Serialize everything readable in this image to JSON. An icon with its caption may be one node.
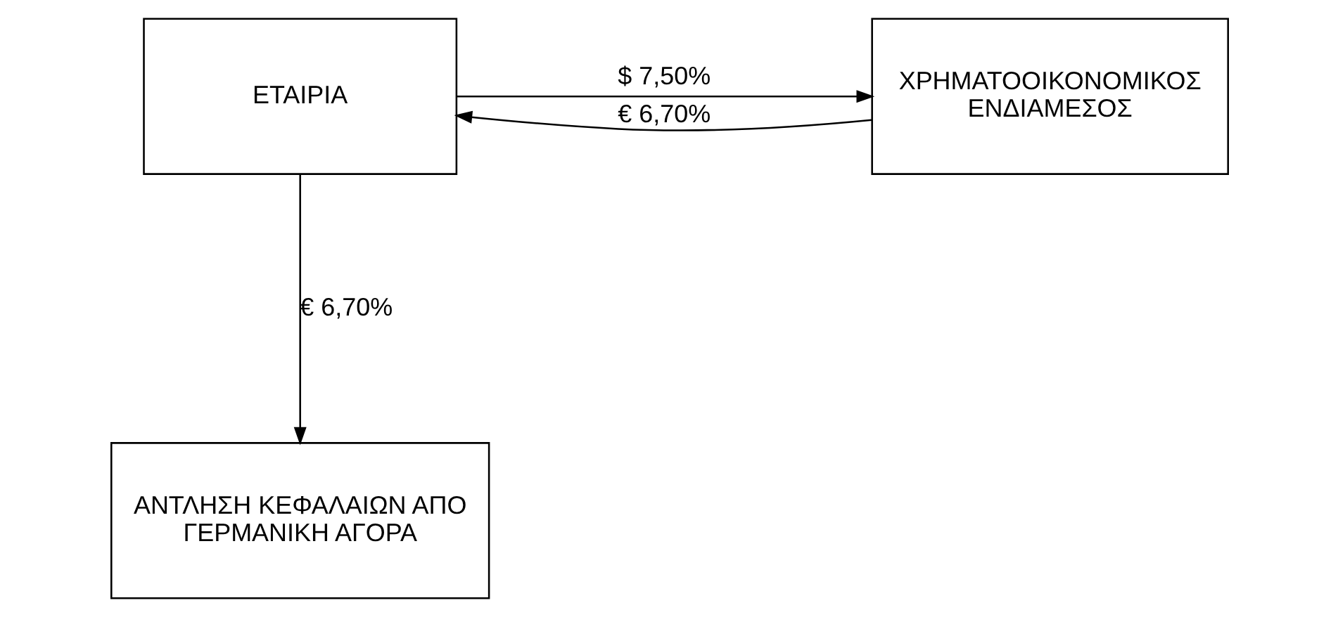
{
  "diagram": {
    "nodes": [
      {
        "text": [
          "ΕΤΑΙΡΙΑ"
        ]
      },
      {
        "text": [
          "ΧΡΗΜΑΤΟΟΙΚΟΝΟΜΙΚΟΣ ΕΝΔΙΑΜΕΣΟΣ"
        ]
      },
      {
        "text": [
          "ΑΝΤΛΗΣΗ ΚΕΦΑΛΑΙΩΝ ΑΠΟ ΓΕΡΜΑΝΙΚΗ ΑΓΟΡΑ"
        ]
      }
    ],
    "edges": [
      {
        "from": 0,
        "to": 1,
        "arrow": "to",
        "label": "$ 7,50%"
      },
      {
        "from": 0,
        "to": 2,
        "arrow": "to",
        "label": "€ 6,70%"
      },
      {
        "from": 1,
        "to": 0,
        "arrow": "to",
        "label": "€ 6,70%"
      }
    ]
  }
}
